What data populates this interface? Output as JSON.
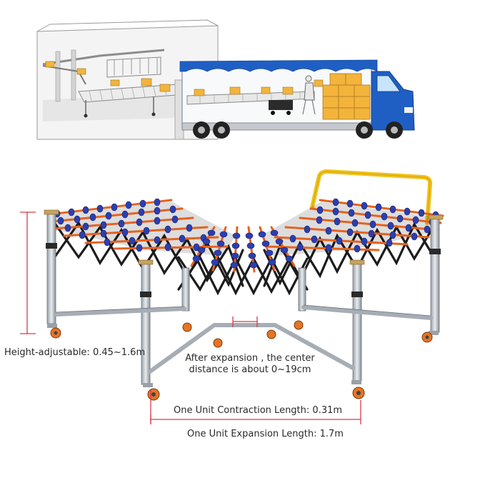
{
  "labels": {
    "height": "Height-adjustable: 0.45~1.6m",
    "center_distance_line1": "After expansion , the center",
    "center_distance_line2": "distance is about 0~19cm",
    "contraction": "One Unit Contraction Length: 0.31m",
    "expansion": "One Unit Expansion Length: 1.7m"
  },
  "colors": {
    "dimension_line": "#d83a4a",
    "roller_blue": "#2c3fb0",
    "roller_orange": "#e5621f",
    "truck_blue": "#1f5fc4",
    "handle_yellow": "#f2c21b",
    "box_orange": "#f3b43c"
  }
}
